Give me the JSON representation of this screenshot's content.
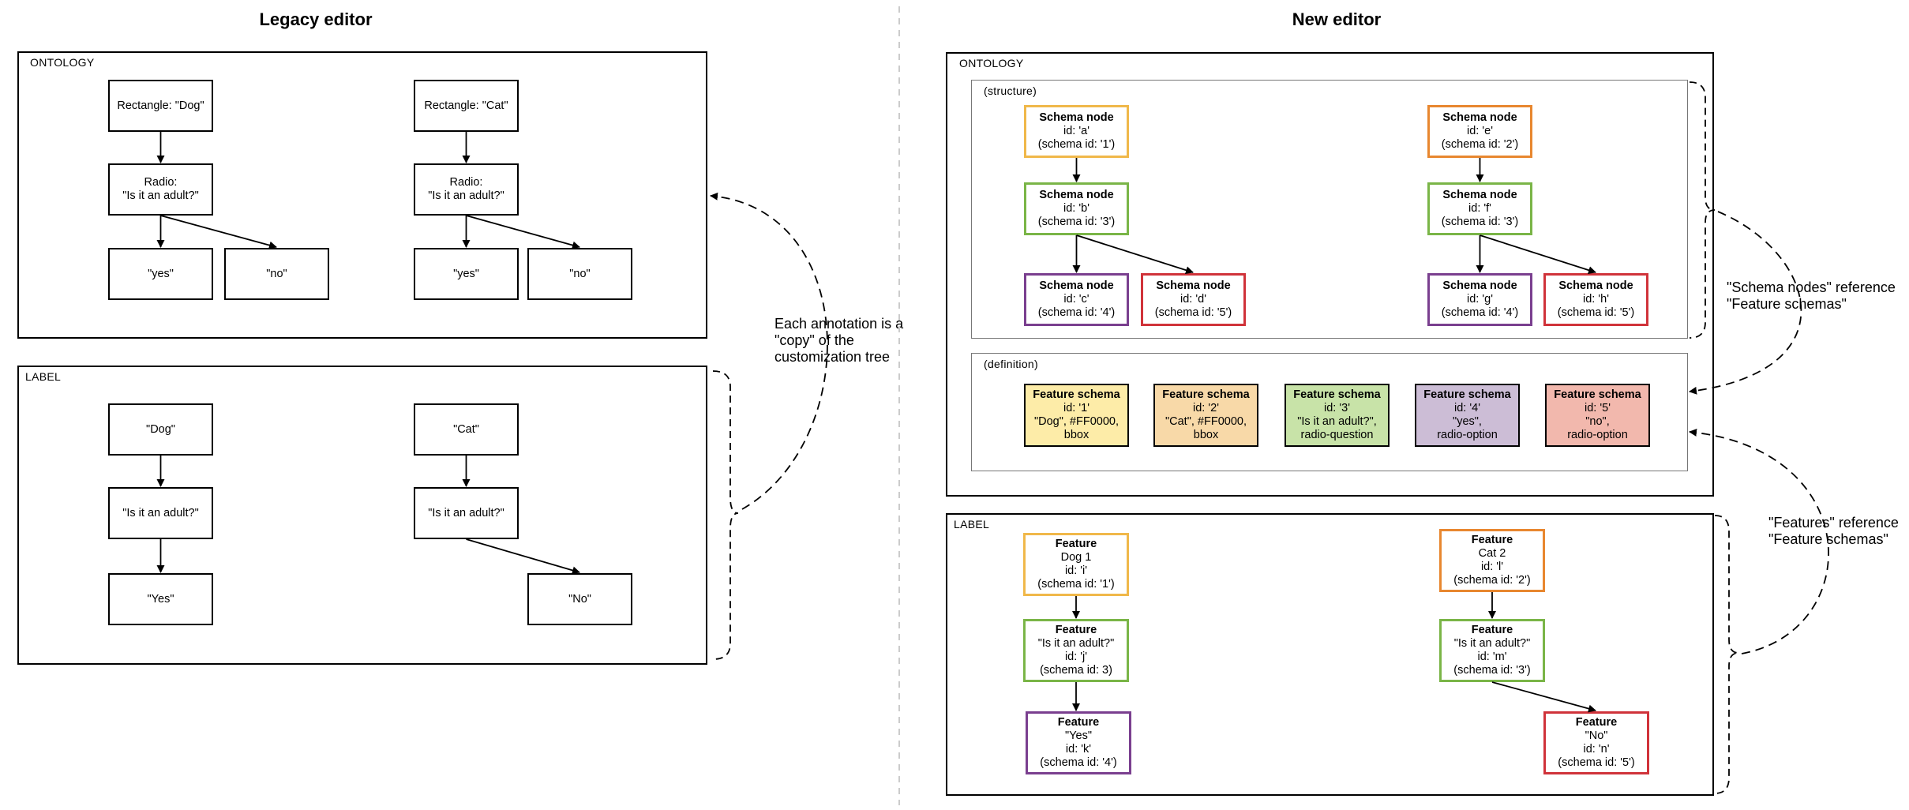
{
  "titles": {
    "legacy": "Legacy editor",
    "new": "New editor"
  },
  "legacy": {
    "ontology_label": "ONTOLOGY",
    "label_label": "LABEL",
    "ontology": {
      "dog_rect": "Rectangle: \"Dog\"",
      "cat_rect": "Rectangle: \"Cat\"",
      "radio_line1": "Radio:",
      "radio_line2": "\"Is it an adult?\"",
      "yes": "\"yes\"",
      "no": "\"no\""
    },
    "label": {
      "dog": "\"Dog\"",
      "cat": "\"Cat\"",
      "adult_q": "\"Is it an adult?\"",
      "yes": "\"Yes\"",
      "no": "\"No\""
    },
    "copy_note": [
      "Each annotation is a",
      "\"copy\" of the",
      "customization tree"
    ]
  },
  "new": {
    "ontology_label": "ONTOLOGY",
    "structure_label": "(structure)",
    "definition_label": "(definition)",
    "label_label": "LABEL",
    "schema_nodes": [
      {
        "title": "Schema node",
        "id": "id: 'a'",
        "schema": "(schema id: '1')",
        "color": "#f0b84a"
      },
      {
        "title": "Schema node",
        "id": "id: 'b'",
        "schema": "(schema id: '3')",
        "color": "#7ab547"
      },
      {
        "title": "Schema node",
        "id": "id: 'c'",
        "schema": "(schema id: '4')",
        "color": "#7a3f8f"
      },
      {
        "title": "Schema node",
        "id": "id: 'd'",
        "schema": "(schema id: '5')",
        "color": "#d0333a"
      },
      {
        "title": "Schema node",
        "id": "id: 'e'",
        "schema": "(schema id: '2')",
        "color": "#e8872f"
      },
      {
        "title": "Schema node",
        "id": "id: 'f'",
        "schema": "(schema id: '3')",
        "color": "#7ab547"
      },
      {
        "title": "Schema node",
        "id": "id: 'g'",
        "schema": "(schema id: '4')",
        "color": "#7a3f8f"
      },
      {
        "title": "Schema node",
        "id": "id: 'h'",
        "schema": "(schema id: '5')",
        "color": "#d0333a"
      }
    ],
    "feature_schemas": [
      {
        "title": "Feature schema",
        "id": "id: '1'",
        "l1": "\"Dog\", #FF0000,",
        "l2": "bbox",
        "fill": "#fdeca8"
      },
      {
        "title": "Feature schema",
        "id": "id: '2'",
        "l1": "\"Cat\", #FF0000,",
        "l2": "bbox",
        "fill": "#f8d9a8"
      },
      {
        "title": "Feature schema",
        "id": "id: '3'",
        "l1": "\"Is it an adult?\",",
        "l2": "radio-question",
        "fill": "#c8e3a8"
      },
      {
        "title": "Feature schema",
        "id": "id: '4'",
        "l1": "\"yes\",",
        "l2": "radio-option",
        "fill": "#ccbdd6"
      },
      {
        "title": "Feature schema",
        "id": "id: '5'",
        "l1": "\"no\",",
        "l2": "radio-option",
        "fill": "#f2b8ad"
      }
    ],
    "features": [
      {
        "title": "Feature",
        "name": "Dog 1",
        "id": "id: 'i'",
        "schema": "(schema id: '1')",
        "color": "#f0b84a"
      },
      {
        "title": "Feature",
        "name": "\"Is it an adult?\"",
        "id": "id: 'j'",
        "schema": "(schema id: 3)",
        "color": "#7ab547"
      },
      {
        "title": "Feature",
        "name": "\"Yes\"",
        "id": "id: 'k'",
        "schema": "(schema id: '4')",
        "color": "#7a3f8f"
      },
      {
        "title": "Feature",
        "name": "Cat 2",
        "id": "id: 'l'",
        "schema": "(schema id: '2')",
        "color": "#e8872f"
      },
      {
        "title": "Feature",
        "name": "\"Is it an adult?\"",
        "id": "id: 'm'",
        "schema": "(schema id: '3')",
        "color": "#7ab547"
      },
      {
        "title": "Feature",
        "name": "\"No\"",
        "id": "id: 'n'",
        "schema": "(schema id: '5')",
        "color": "#d0333a"
      }
    ],
    "schema_nodes_note": [
      "\"Schema nodes\" reference",
      "\"Feature schemas\""
    ],
    "features_note": [
      "\"Features\" reference",
      "\"Feature schemas\""
    ]
  }
}
